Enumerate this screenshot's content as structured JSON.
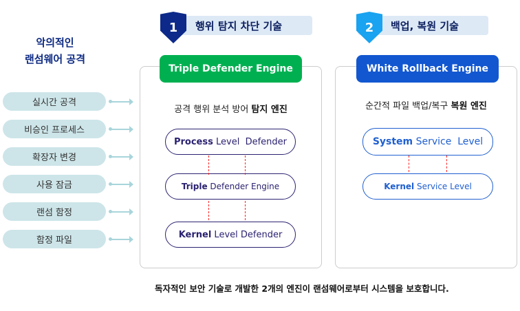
{
  "left": {
    "title_line1": "악의적인",
    "title_line2": "랜섬웨어 공격",
    "items": [
      "실시간 공격",
      "비승인 프로세스",
      "확장자 변경",
      "사용 잠금",
      "랜섬 함정",
      "함정 파일"
    ]
  },
  "tech1": {
    "number": "1",
    "title": "행위 탐지 차단 기술",
    "engine": "Triple Defender Engine",
    "subtitle_normal": "공격 행위 분석 방어 ",
    "subtitle_bold": "탐지 엔진",
    "levels": [
      {
        "bold": "Process",
        "rest": " Level  Defender"
      },
      {
        "bold": "Triple",
        "rest": " Defender Engine"
      },
      {
        "bold": "Kernel",
        "rest": " Level Defender"
      }
    ],
    "color": "#00b050",
    "shield_color": "#0d2a8a"
  },
  "tech2": {
    "number": "2",
    "title": "백업, 복원 기술",
    "engine": "White Rollback Engine",
    "subtitle_normal": "순간적 파일 백업/복구 ",
    "subtitle_bold": "복원 엔진",
    "levels": [
      {
        "bold": "System",
        "rest": " Service  Level"
      },
      {
        "bold": "Kernel",
        "rest": " Service Level"
      }
    ],
    "color": "#1257d0",
    "shield_color": "#19a3f0"
  },
  "footer": "독자적인 보안 기술로 개발한 2개의 엔진이 랜섬웨어로부터 시스템을 보호합니다."
}
